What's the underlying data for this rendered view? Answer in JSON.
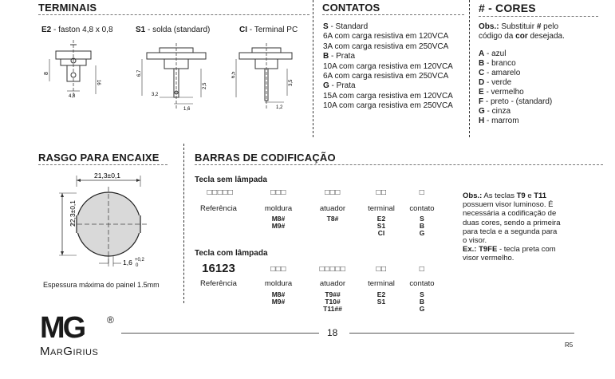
{
  "terminais": {
    "title": "TERMINAIS",
    "items": [
      {
        "code": "E2",
        "desc": " - faston 4,8 x 0,8"
      },
      {
        "code": "S1",
        "desc": " - solda (standard)"
      },
      {
        "code": "CI",
        "desc": " - Terminal PC"
      }
    ],
    "dims": {
      "e2": [
        "8",
        "4,8",
        "16"
      ],
      "s1": [
        "6,7",
        "3,2",
        "1,6",
        "2,5"
      ],
      "ci": [
        "6,5",
        "3,5",
        "1,2"
      ]
    }
  },
  "contatos": {
    "title": "CONTATOS",
    "lines": [
      {
        "code": "S",
        "text": " - Standard"
      },
      {
        "code": "",
        "text": "6A com carga resistiva em 120VCA"
      },
      {
        "code": "",
        "text": "3A com carga resistiva em 250VCA"
      },
      {
        "code": "B",
        "text": " - Prata"
      },
      {
        "code": "",
        "text": "10A com carga resistiva em 120VCA"
      },
      {
        "code": "",
        "text": "6A com carga resistiva em 250VCA"
      },
      {
        "code": "G",
        "text": " - Prata"
      },
      {
        "code": "",
        "text": "15A com carga resistiva em 120VCA"
      },
      {
        "code": "",
        "text": "10A com carga resistiva em 250VCA"
      }
    ]
  },
  "cores": {
    "title": "# - CORES",
    "obs_label": "Obs.:",
    "obs_text1": " Substituir ",
    "obs_hash": "#",
    "obs_text2": " pelo",
    "obs_line2a": "código da ",
    "obs_cor": "cor",
    "obs_line2b": " desejada.",
    "items": [
      {
        "code": "A",
        "name": " - azul"
      },
      {
        "code": "B",
        "name": " - branco"
      },
      {
        "code": "C",
        "name": " - amarelo"
      },
      {
        "code": "D",
        "name": " - verde"
      },
      {
        "code": "E",
        "name": " - vermelho"
      },
      {
        "code": "F",
        "name": " - preto - (standard)"
      },
      {
        "code": "G",
        "name": " - cinza"
      },
      {
        "code": "H",
        "name": " - marrom"
      }
    ]
  },
  "rasgo": {
    "title": "RASGO PARA ENCAIXE",
    "width_dim": "21,3±0,1",
    "height_dim": "22,3±0,1",
    "depth_dim": "1,6",
    "tol_plus": "+0,2",
    "tol_minus": "0",
    "note": "Espessura máxima do painel 1.5mm"
  },
  "barras": {
    "title": "BARRAS DE CODIFICAÇÃO",
    "sem": {
      "title": "Tecla sem lâmpada",
      "boxes": [
        "□□□□□",
        "□□□",
        "□□□",
        "□□",
        "□"
      ],
      "labels": [
        "Referência",
        "moldura",
        "atuador",
        "terminal",
        "contato"
      ],
      "moldura": [
        "M8#",
        "M9#"
      ],
      "atuador": [
        "T8#"
      ],
      "terminal": [
        "E2",
        "S1",
        "CI"
      ],
      "contato": [
        "S",
        "B",
        "G"
      ]
    },
    "com": {
      "title": "Tecla com lâmpada",
      "ref": "16123",
      "boxes": [
        "□□□",
        "□□□□□",
        "□□",
        "□"
      ],
      "labels": [
        "Referência",
        "moldura",
        "atuador",
        "terminal",
        "contato"
      ],
      "moldura": [
        "M8#",
        "M9#"
      ],
      "atuador": [
        "T9##",
        "T10#",
        "T11##"
      ],
      "terminal": [
        "E2",
        "S1"
      ],
      "contato": [
        "S",
        "B",
        "G"
      ]
    },
    "obs": {
      "l1a": "Obs.:",
      "l1b": " As teclas ",
      "t9": "T9",
      "e": " e ",
      "t11": "T11",
      "l2": "possuem visor luminoso. É",
      "l3": "necessária a codificação de",
      "l4": "duas cores, sendo a primeira",
      "l5": "para tecla e a segunda para",
      "l6": "o visor.",
      "ex": "Ex.:",
      "t9fe": " T9FE",
      "l7": " - tecla preta com",
      "l8": "visor vermelho."
    }
  },
  "footer": {
    "logo": "MG",
    "reg": "®",
    "brand": "MarGirius",
    "page": "18",
    "rev": "R5"
  }
}
